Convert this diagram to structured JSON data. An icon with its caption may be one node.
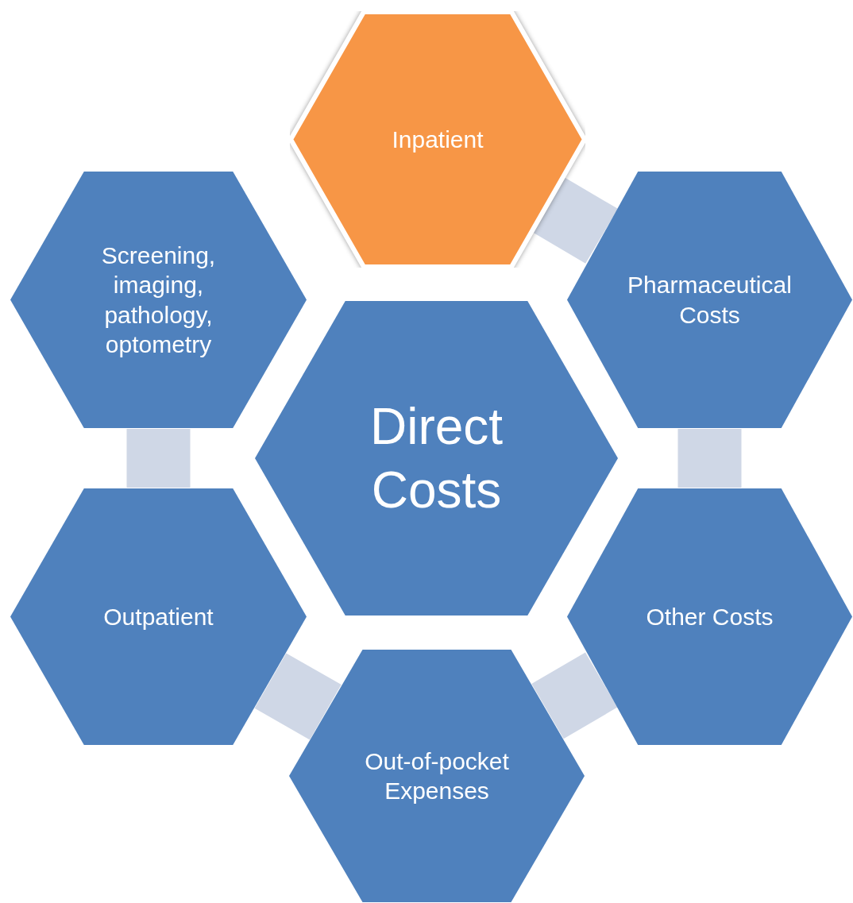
{
  "diagram": {
    "nodes": [
      {
        "text": [
          "Inpatient"
        ]
      },
      {
        "text": [
          "Screening, imaging, pathology, optometry"
        ]
      },
      {
        "text": [
          "Pharmaceutical Costs"
        ]
      },
      {
        "text": [
          "Direct Costs"
        ]
      },
      {
        "text": [
          "Outpatient"
        ]
      },
      {
        "text": [
          "Other Costs"
        ]
      },
      {
        "text": [
          "Out-of-pocket Expenses"
        ]
      }
    ],
    "edges": [
      {
        "from": 0,
        "to": 2,
        "arrow": "none"
      },
      {
        "from": 2,
        "to": 5,
        "arrow": "none"
      },
      {
        "from": 5,
        "to": 6,
        "arrow": "none"
      },
      {
        "from": 6,
        "to": 4,
        "arrow": "none"
      },
      {
        "from": 4,
        "to": 1,
        "arrow": "none"
      }
    ]
  }
}
